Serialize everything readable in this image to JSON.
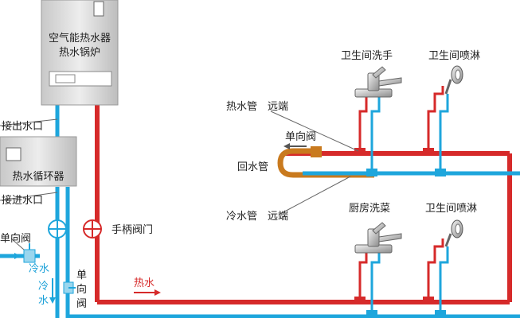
{
  "boiler": {
    "line1": "空气能热水器",
    "line2": "热水锅炉"
  },
  "circulator": {
    "label": "热水循环器"
  },
  "ports": {
    "outlet": "接出水口",
    "inlet": "接进水口"
  },
  "valves": {
    "check_left": "单向阀",
    "check_bottom": [
      "单",
      "向",
      "阀"
    ],
    "handle": "手柄阀门",
    "check_top": "单向阀"
  },
  "flow": {
    "cold_h": "冷水",
    "cold_v": [
      "冷",
      "水"
    ],
    "hot": "热水"
  },
  "pipes": {
    "hot_far": "热水管　远端",
    "return": "回水管",
    "cold_far": "冷水管　远端"
  },
  "fixtures": {
    "bath_sink": "卫生间洗手",
    "bath_shower_top": "卫生间喷淋",
    "kitchen_sink": "厨房洗菜",
    "bath_shower_bottom": "卫生间喷淋"
  },
  "colors": {
    "hot": "#d62a2a",
    "cold": "#1ea6dc",
    "return": "#c97a1e",
    "unit_face": "#d9d9d9"
  }
}
